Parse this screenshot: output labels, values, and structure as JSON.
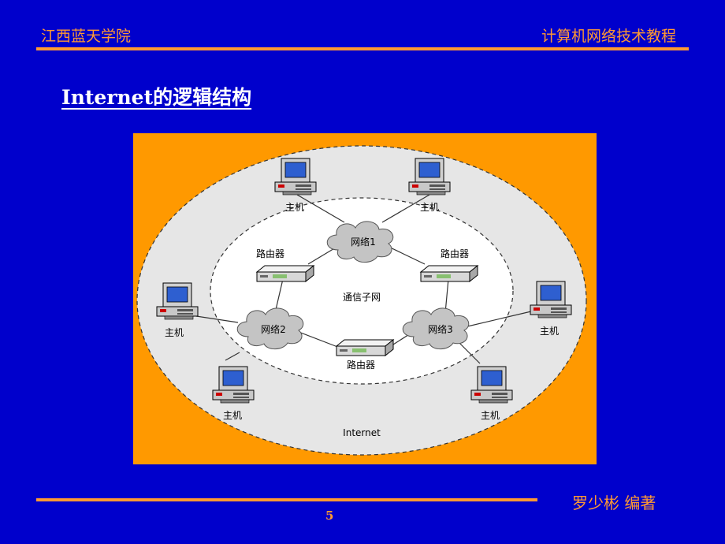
{
  "header": {
    "left": "江西蓝天学院",
    "right": "计算机网络技术教程"
  },
  "slide": {
    "title": "Internet的逻辑结构",
    "author": "罗少彬  编著",
    "page_number": "5"
  },
  "diagram": {
    "outer_label": "Internet",
    "inner_label": "通信子网",
    "hosts": [
      "主机",
      "主机",
      "主机",
      "主机",
      "主机",
      "主机"
    ],
    "routers": [
      "路由器",
      "路由器",
      "路由器"
    ],
    "networks": [
      "网络1",
      "网络2",
      "网络3"
    ]
  },
  "colors": {
    "background": "#0000CC",
    "accent": "#FF9933",
    "panel": "#FF9900"
  }
}
